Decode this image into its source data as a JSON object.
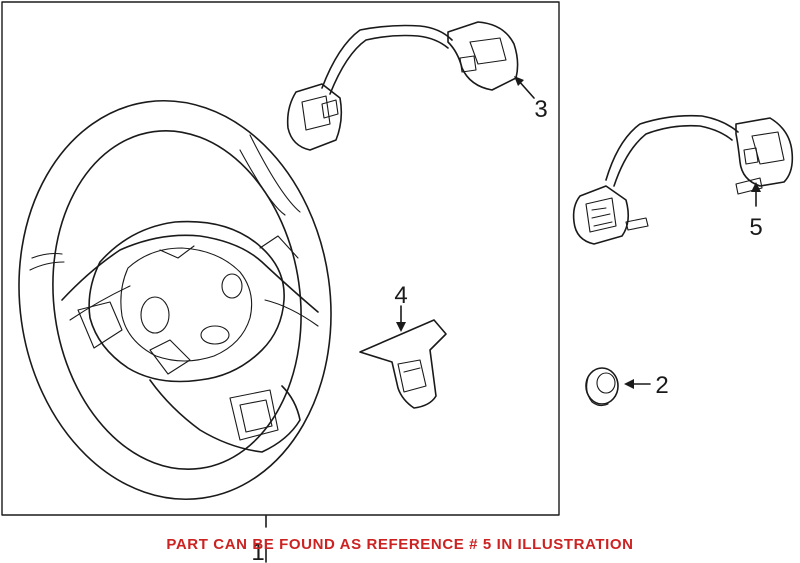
{
  "diagram": {
    "callouts": [
      {
        "id": "1",
        "label": "1"
      },
      {
        "id": "2",
        "label": "2"
      },
      {
        "id": "3",
        "label": "3"
      },
      {
        "id": "4",
        "label": "4"
      },
      {
        "id": "5",
        "label": "5"
      }
    ]
  },
  "note": {
    "text": "PART CAN BE FOUND AS REFERENCE # 5 IN ILLUSTRATION",
    "color": "#cc2222"
  },
  "colors": {
    "line": "#1a1a1a",
    "background": "#ffffff"
  }
}
